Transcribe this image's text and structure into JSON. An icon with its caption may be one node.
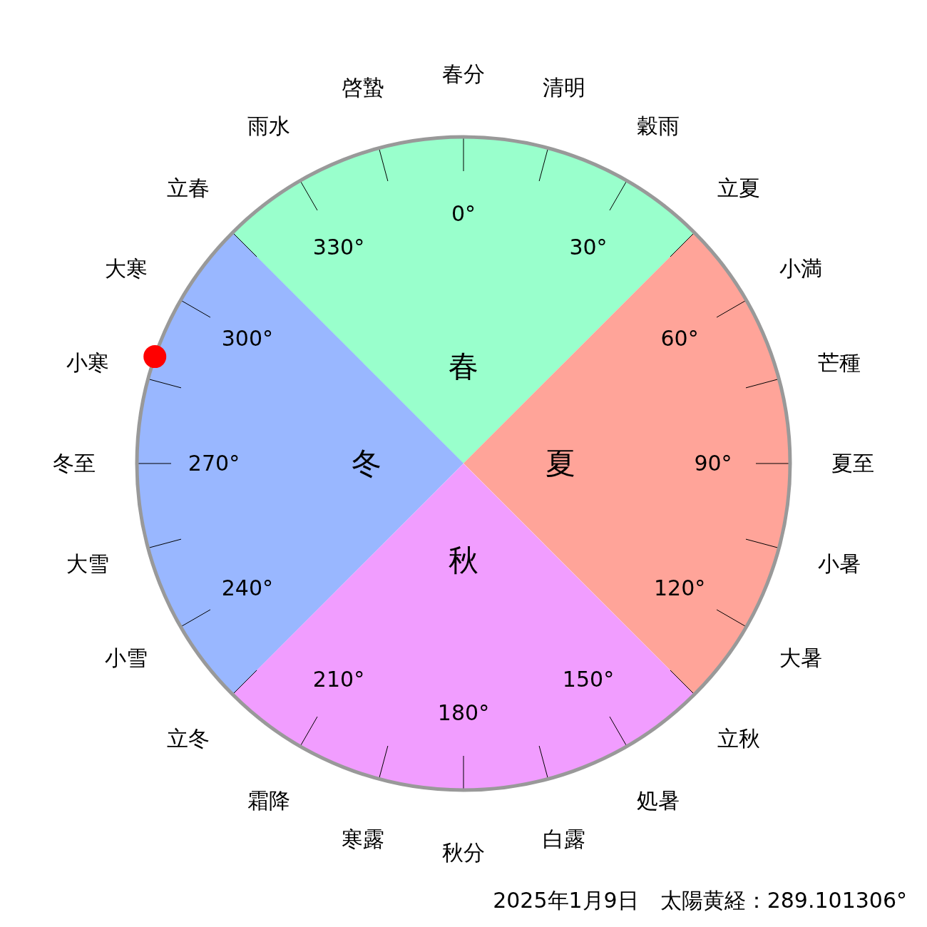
{
  "diagram": {
    "caption": "2025年1月9日　太陽黄経：289.101306°",
    "nodes": [
      {
        "text": [
          "春"
        ]
      },
      {
        "text": [
          "夏"
        ]
      },
      {
        "text": [
          "秋"
        ]
      },
      {
        "text": [
          "冬"
        ]
      }
    ],
    "labels": [
      "春分",
      "清明",
      "穀雨",
      "立夏",
      "小満",
      "芒種",
      "夏至",
      "小暑",
      "大暑",
      "立秋",
      "処暑",
      "白露",
      "秋分",
      "寒露",
      "霜降",
      "立冬",
      "小雪",
      "大雪",
      "冬至",
      "小寒",
      "大寒",
      "立春",
      "雨水",
      "啓蟄",
      "0°",
      "30°",
      "60°",
      "90°",
      "120°",
      "150°",
      "180°",
      "210°",
      "240°",
      "270°",
      "300°",
      "330°"
    ]
  }
}
